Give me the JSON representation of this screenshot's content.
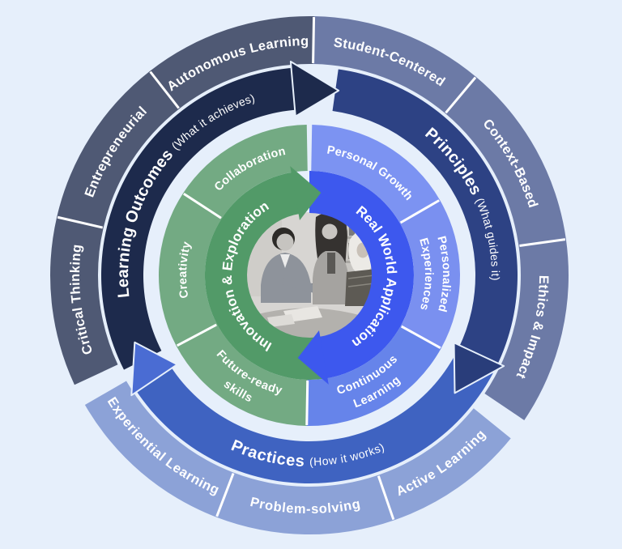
{
  "background_color": "#E6EFFB",
  "divider_color": "#FFFFFF",
  "text_color": "#FFFFFF",
  "center_photo": {
    "description": "Three colleagues collaborating over documents in an office"
  },
  "rings": {
    "outer_groups": [
      {
        "id": "learning-outcomes",
        "title": "Learning Outcomes",
        "subtitle": "(What it achieves)",
        "band_color": "#1D2A4C",
        "head_color": "#1D2A4C",
        "segment_color": "#4F5974",
        "band": {
          "start": 243,
          "headBase": 355,
          "tip": 369
        },
        "segments": [
          {
            "label": "Critical Thinking",
            "start": 245,
            "end": 283
          },
          {
            "label": "Entrepreneurial",
            "start": 283,
            "end": 322
          },
          {
            "label": "Autonomous Learning",
            "start": 322,
            "end": 361
          }
        ]
      },
      {
        "id": "principles",
        "title": "Principles",
        "subtitle": "(What guides it)",
        "band_color": "#2D4284",
        "head_color": "#293D7A",
        "segment_color": "#6C7AA6",
        "band": {
          "start": 8,
          "headBase": 115,
          "tip": 129
        },
        "segments": [
          {
            "label": "Student-Centered",
            "start": 1,
            "end": 40
          },
          {
            "label": "Context-Based",
            "start": 40,
            "end": 82
          },
          {
            "label": "Ethics & Impact",
            "start": 82,
            "end": 124
          }
        ]
      },
      {
        "id": "practices",
        "title": "Practices",
        "subtitle": "(How it works)",
        "band_color": "#3F63C1",
        "head_color": "#4A6CD3",
        "segment_color": "#8CA2D7",
        "band": {
          "start": 118,
          "headBase": 236,
          "tip": 249
        },
        "segments": [
          {
            "label": "Active Learning",
            "start": 129,
            "end": 161
          },
          {
            "label": "Problem-solving",
            "start": 161,
            "end": 201
          },
          {
            "label": "Experiential Learning",
            "start": 201,
            "end": 240
          }
        ]
      }
    ],
    "inner_halves": [
      {
        "id": "innovation-exploration",
        "title": "Innovation & Exploration",
        "band_color": "#529A68",
        "segment_color": "#73AA83",
        "band": {
          "start": 168,
          "headBase": 350,
          "tip": 368
        },
        "text_arc": {
          "start": 190,
          "end": 348
        },
        "segments": [
          {
            "lines": [
              "Future-ready",
              "skills"
            ],
            "start": 181,
            "end": 242
          },
          {
            "lines": [
              "Creativity"
            ],
            "start": 242,
            "end": 303
          },
          {
            "lines": [
              "Collaboration"
            ],
            "start": 303,
            "end": 359
          }
        ]
      },
      {
        "id": "real-world-application",
        "title": "Real World Application",
        "band_color": "#3D58EE",
        "segment_color": "#7A91F0",
        "band": {
          "start": 0,
          "headBase": 170,
          "tip": 188
        },
        "text_arc": {
          "start": 8,
          "end": 176
        },
        "segments": [
          {
            "lines": [
              "Personal Growth"
            ],
            "start": 1,
            "end": 60,
            "color": "#7C93F2"
          },
          {
            "lines": [
              "Personalized",
              "Experiences"
            ],
            "start": 60,
            "end": 119,
            "color": "#7A90F0"
          },
          {
            "lines": [
              "Continuous",
              "Learning"
            ],
            "start": 119,
            "end": 181,
            "color": "#6684EA"
          }
        ]
      }
    ]
  }
}
